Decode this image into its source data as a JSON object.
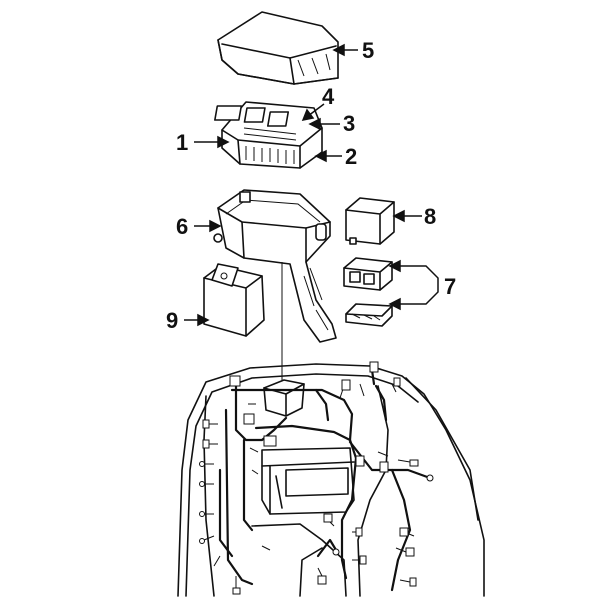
{
  "callouts": [
    {
      "id": "c1",
      "text": "1"
    },
    {
      "id": "c2",
      "text": "2"
    },
    {
      "id": "c3",
      "text": "3"
    },
    {
      "id": "c4",
      "text": "4"
    },
    {
      "id": "c5",
      "text": "5"
    },
    {
      "id": "c6",
      "text": "6"
    },
    {
      "id": "c7",
      "text": "7"
    },
    {
      "id": "c8",
      "text": "8"
    },
    {
      "id": "c9",
      "text": "9"
    }
  ]
}
